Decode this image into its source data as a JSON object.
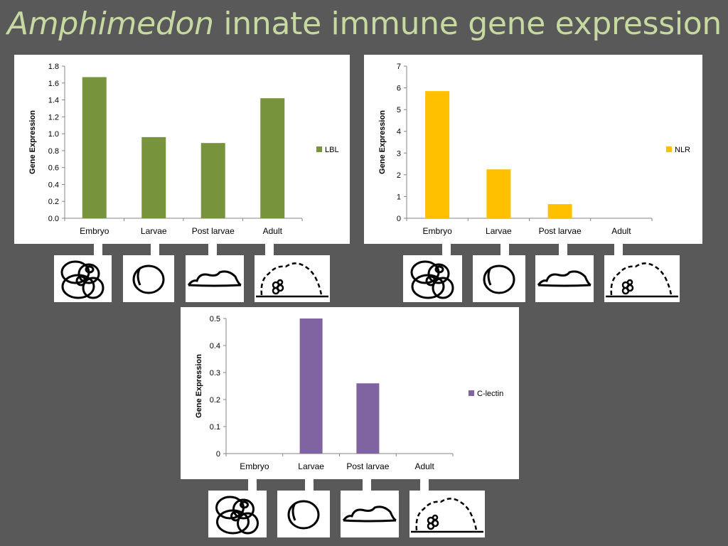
{
  "title": {
    "italic": "Amphimedon",
    "rest": " innate immune gene expression"
  },
  "chart_data": [
    {
      "type": "bar",
      "categories": [
        "Embryo",
        "Larvae",
        "Post larvae",
        "Adult"
      ],
      "series": [
        {
          "name": "LBL",
          "values": [
            1.67,
            0.96,
            0.89,
            1.42
          ]
        }
      ],
      "ylabel": "Gene Expression",
      "ylim": [
        0,
        1.8
      ],
      "yticks": [
        "0.0",
        "0.2",
        "0.4",
        "0.6",
        "0.8",
        "1.0",
        "1.2",
        "1.4",
        "1.6",
        "1.8"
      ],
      "color": "#77933c",
      "legend": "right",
      "grid": false
    },
    {
      "type": "bar",
      "categories": [
        "Embryo",
        "Larvae",
        "Post larvae",
        "Adult"
      ],
      "series": [
        {
          "name": "NLR",
          "values": [
            5.85,
            2.25,
            0.65,
            0
          ]
        }
      ],
      "ylabel": "Gene Expression",
      "ylim": [
        0,
        7
      ],
      "yticks": [
        "0",
        "1",
        "2",
        "3",
        "4",
        "5",
        "6",
        "7"
      ],
      "color": "#ffc000",
      "legend": "right",
      "grid": false
    },
    {
      "type": "bar",
      "categories": [
        "Embryo",
        "Larvae",
        "Post larvae",
        "Adult"
      ],
      "series": [
        {
          "name": "C-lectin",
          "values": [
            0,
            0.5,
            0.26,
            0
          ]
        }
      ],
      "ylabel": "Gene Expression",
      "ylim": [
        0,
        0.5
      ],
      "yticks": [
        "0",
        "0.1",
        "0.2",
        "0.3",
        "0.4",
        "0.5"
      ],
      "color": "#8064a2",
      "legend": "right",
      "grid": false
    }
  ],
  "icons": [
    "embryo-icon",
    "larva-icon",
    "post-larva-icon",
    "adult-sponge-icon"
  ]
}
